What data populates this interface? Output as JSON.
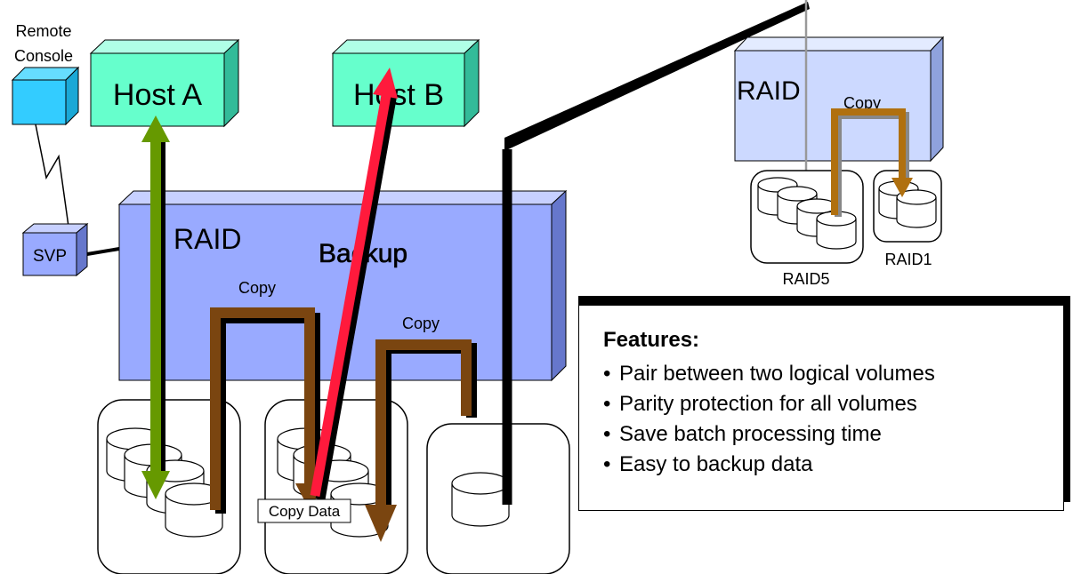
{
  "labels": {
    "remote_console": [
      "Remote",
      "Console"
    ],
    "host_a": "Host A",
    "host_b": "Host B",
    "svp": "SVP",
    "raid_main": "RAID",
    "backup": "Backup",
    "copy_left": "Copy",
    "copy_right": "Copy",
    "copy_data": "Copy Data",
    "raid_remote": "RAID",
    "copy_remote": "Copy",
    "raid5": "RAID5",
    "raid1": "RAID1"
  },
  "features": {
    "title": "Features:",
    "items": [
      "Pair between two logical volumes",
      "Parity protection for all volumes",
      "Save batch processing time",
      "Easy to backup data"
    ]
  },
  "colors": {
    "host_fill": "#66ffcc",
    "raid_fill": "#99aaff",
    "raid_remote_fill": "#ccd9ff",
    "console_fill": "#33ccff",
    "arrow_green": "#669900",
    "arrow_red": "#ff1a3c",
    "arrow_brown": "#7a4510",
    "arrow_remote_brown": "#b0700f",
    "line_black": "#000000"
  },
  "icons": [
    "disk-cylinder-icon",
    "double-headed-arrow-icon",
    "copy-arrow-icon",
    "remote-link-line-icon"
  ]
}
